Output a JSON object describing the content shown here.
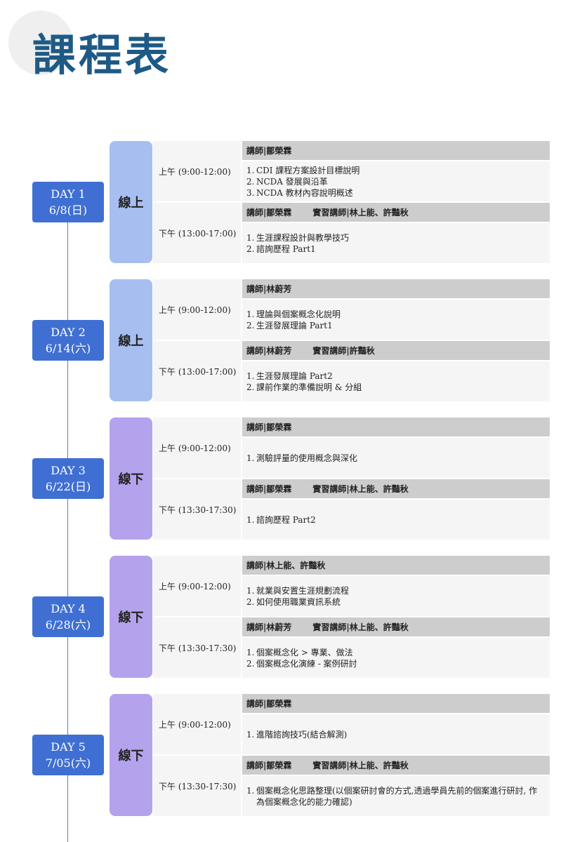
{
  "page_title": "課程表",
  "days": [
    {
      "label": "DAY 1",
      "date": "6/8(日)",
      "mode": "線上",
      "mode_type": "online",
      "am": {
        "time": "上午 (9:00-12:00)",
        "instructor": "講師|鄒榮霖",
        "instructor2": "",
        "topics": [
          {
            "n": "1.",
            "t": "CDI 課程方案設計目標說明"
          },
          {
            "n": "2.",
            "t": "NCDA 發展與沿革"
          },
          {
            "n": "3.",
            "t": "NCDA 教材內容說明概述"
          }
        ]
      },
      "pm": {
        "time": "下午 (13:00-17:00)",
        "instructor": "講師|鄒榮霖",
        "instructor2": "實習講師|林上能、許豔秋",
        "topics": [
          {
            "n": "1.",
            "t": "生涯課程設計與教學技巧"
          },
          {
            "n": "2.",
            "t": "諮詢歷程 Part1"
          }
        ]
      }
    },
    {
      "label": "DAY 2",
      "date": "6/14(六)",
      "mode": "線上",
      "mode_type": "online",
      "am": {
        "time": "上午 (9:00-12:00)",
        "instructor": "講師|林蔚芳",
        "instructor2": "",
        "topics": [
          {
            "n": "1.",
            "t": "理論與個案概念化說明"
          },
          {
            "n": "2.",
            "t": "生涯發展理論 Part1"
          }
        ]
      },
      "pm": {
        "time": "下午 (13:00-17:00)",
        "instructor": "講師|林蔚芳",
        "instructor2": "實習講師|許豔秋",
        "topics": [
          {
            "n": "1.",
            "t": "生涯發展理論 Part2"
          },
          {
            "n": "2.",
            "t": "課前作業的準備說明 & 分組"
          }
        ]
      }
    },
    {
      "label": "DAY 3",
      "date": "6/22(日)",
      "mode": "線下",
      "mode_type": "offline",
      "am": {
        "time": "上午 (9:00-12:00)",
        "instructor": "講師|鄒榮霖",
        "instructor2": "",
        "topics": [
          {
            "n": "1.",
            "t": "測驗評量的使用概念與深化"
          }
        ]
      },
      "pm": {
        "time": "下午 (13:30-17:30)",
        "instructor": "講師|鄒榮霖",
        "instructor2": "實習講師|林上能、許豔秋",
        "topics": [
          {
            "n": "1.",
            "t": "諮詢歷程 Part2"
          }
        ]
      }
    },
    {
      "label": "DAY 4",
      "date": "6/28(六)",
      "mode": "線下",
      "mode_type": "offline",
      "am": {
        "time": "上午 (9:00-12:00)",
        "instructor": "講師|林上能、許豔秋",
        "instructor2": "",
        "topics": [
          {
            "n": "1.",
            "t": "就業與安置生涯規劃流程"
          },
          {
            "n": "2.",
            "t": "如何使用職業資訊系統"
          }
        ]
      },
      "pm": {
        "time": "下午 (13:30-17:30)",
        "instructor": "講師|林蔚芳",
        "instructor2": "實習講師|林上能、許豔秋",
        "topics": [
          {
            "n": "1.",
            "t": "個案概念化 > 專業、做法"
          },
          {
            "n": "2.",
            "t": "個案概念化演練 - 案例研討"
          }
        ]
      }
    },
    {
      "label": "DAY 5",
      "date": "7/05(六)",
      "mode": "線下",
      "mode_type": "offline",
      "am": {
        "time": "上午 (9:00-12:00)",
        "instructor": "講師|鄒榮霖",
        "instructor2": "",
        "topics": [
          {
            "n": "1.",
            "t": "進階諮詢技巧(結合解測)"
          }
        ]
      },
      "pm": {
        "time": "下午 (13:30-17:30)",
        "instructor": "講師|鄒榮霖",
        "instructor2": "實習講師|林上能、許豔秋",
        "topics": [
          {
            "n": "1.",
            "t": "個案概念化思路整理(以個案研討會的方式,透過學員先前的個案進行研討, 作為個案概念化的能力確認)"
          }
        ]
      }
    }
  ]
}
